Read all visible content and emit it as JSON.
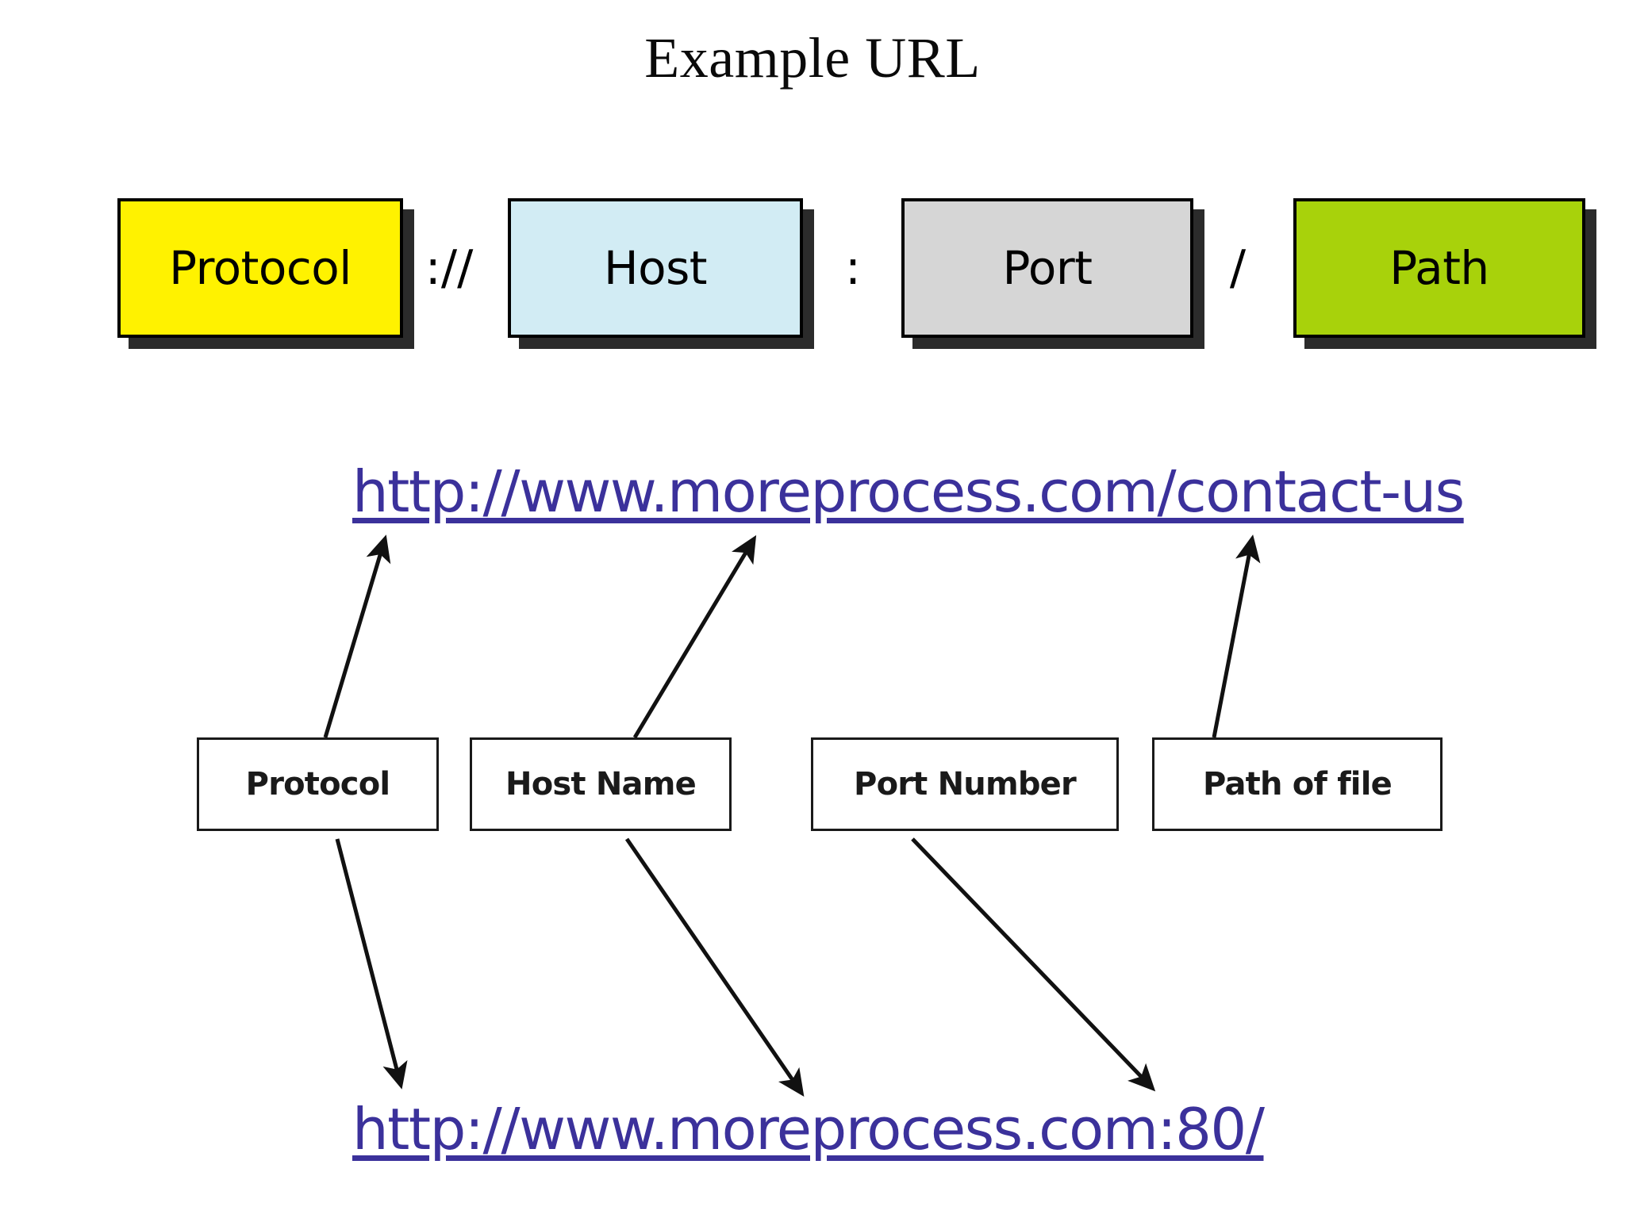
{
  "slide": {
    "title": "Example URL"
  },
  "components": [
    {
      "label": "Protocol",
      "color": "#FFF200",
      "name": "protocol"
    },
    {
      "label": "Host",
      "color": "#D2ECF4",
      "name": "host"
    },
    {
      "label": "Port",
      "color": "#D6D6D6",
      "name": "port"
    },
    {
      "label": "Path",
      "color": "#A8D20B",
      "name": "path"
    }
  ],
  "separators": [
    {
      "text": "://"
    },
    {
      "text": ":"
    },
    {
      "text": "/"
    }
  ],
  "urls": {
    "top": "http://www.moreprocess.com/contact-us",
    "bottom": "http://www.moreprocess.com:80/",
    "link_color": "#3B319B"
  },
  "descriptions": [
    {
      "label": "Protocol",
      "name": "protocol"
    },
    {
      "label": "Host Name",
      "name": "host-name"
    },
    {
      "label": "Port Number",
      "name": "port-number"
    },
    {
      "label": "Path of file",
      "name": "path-of-file"
    }
  ]
}
